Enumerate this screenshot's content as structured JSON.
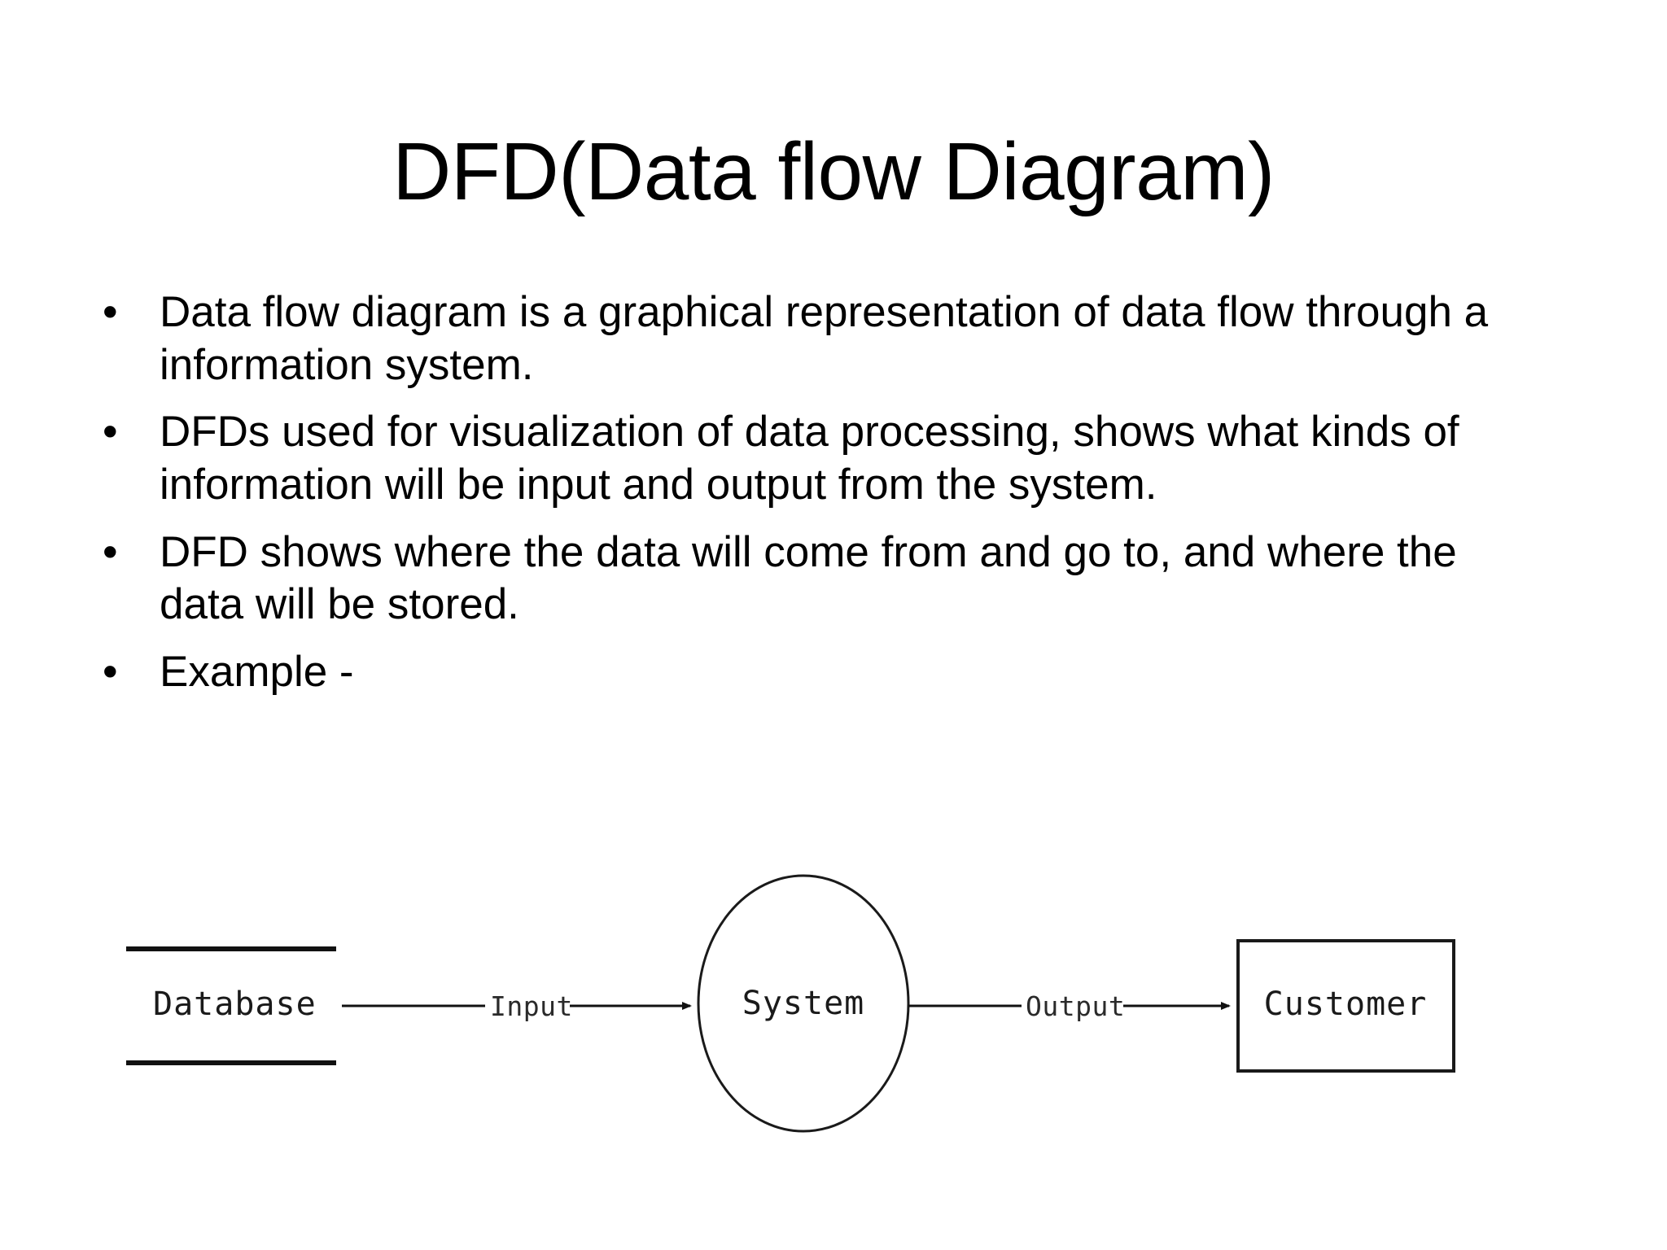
{
  "slide": {
    "title": "DFD(Data flow Diagram)",
    "background_color": "#ffffff",
    "text_color": "#000000"
  },
  "bullets": [
    {
      "marker": "•",
      "text": "Data flow diagram is a graphical representation of  data flow through a information  system."
    },
    {
      "marker": "•",
      "text": "DFDs  used for visualization of data processing, shows what kinds of information will  be input  and output  from the system."
    },
    {
      "marker": "•",
      "text": "DFD shows where the data will come from and go to, and where the data will be stored."
    },
    {
      "marker": "•",
      "text": "Example -"
    }
  ],
  "diagram": {
    "type": "data-flow-diagram",
    "nodes": [
      {
        "id": "database",
        "label": "Database",
        "shape": "open-data-store"
      },
      {
        "id": "system",
        "label": "System",
        "shape": "ellipse-process"
      },
      {
        "id": "customer",
        "label": "Customer",
        "shape": "rectangle-entity"
      }
    ],
    "flows": [
      {
        "from": "database",
        "to": "system",
        "label": "Input"
      },
      {
        "from": "system",
        "to": "customer",
        "label": "Output"
      }
    ],
    "stroke_color": "#111111"
  }
}
